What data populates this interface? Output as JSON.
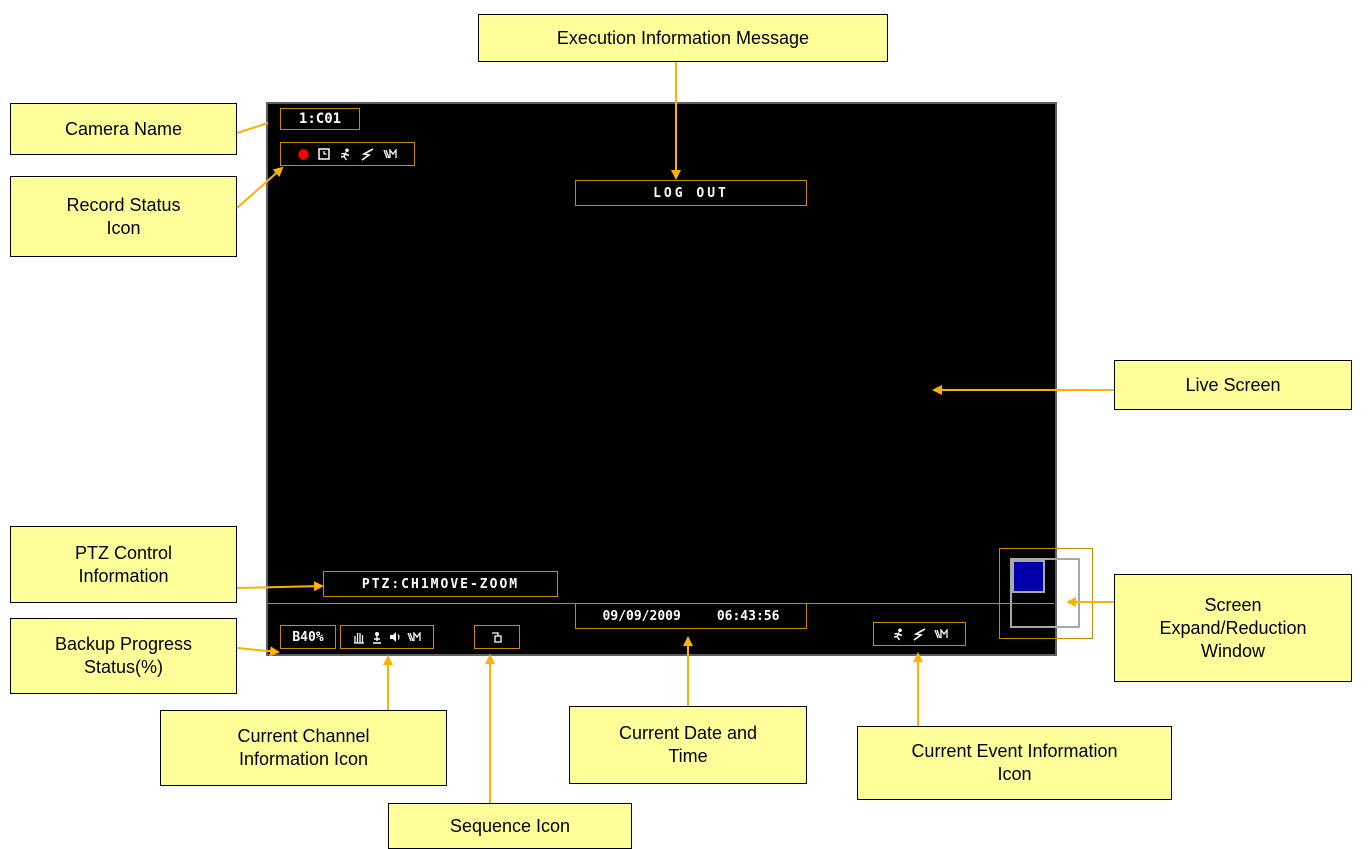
{
  "callouts": {
    "execution_info": "Execution Information Message",
    "camera_name": "Camera Name",
    "record_status": "Record Status\nIcon",
    "live_screen": "Live Screen",
    "ptz_control": "PTZ Control\nInformation",
    "backup_progress": "Backup Progress\nStatus(%)",
    "screen_expand": "Screen\nExpand/Reduction\nWindow",
    "channel_info": "Current Channel\nInformation Icon",
    "sequence": "Sequence Icon",
    "date_time": "Current Date and\nTime",
    "event_info": "Current Event Information\nIcon"
  },
  "screen": {
    "camera_label": "1:C01",
    "message": "LOG OUT",
    "ptz_info": "PTZ:CH1MOVE-ZOOM",
    "date": "09/09/2009",
    "time": "06:43:56",
    "backup_percent": "B40%",
    "record_icons": [
      "record-dot-icon",
      "timer-icon",
      "motion-icon",
      "alarm-bolt-icon",
      "video-loss-icon"
    ],
    "channel_icons": [
      "ptz-hand-icon",
      "mic-icon",
      "speaker-icon",
      "video-loss-icon"
    ],
    "event_icons": [
      "motion-icon",
      "alarm-bolt-icon",
      "video-loss-icon"
    ],
    "sequence_icon": "sequence-icon",
    "minimap": {
      "selected_quadrant": "top-left"
    }
  },
  "colors": {
    "callout_bg": "#ffff99",
    "arrow": "#ffb000",
    "screen_bg": "#000000",
    "overlay_border": "#c98a00",
    "record_dot": "#ff0000",
    "minimap_fill": "#0000aa"
  }
}
